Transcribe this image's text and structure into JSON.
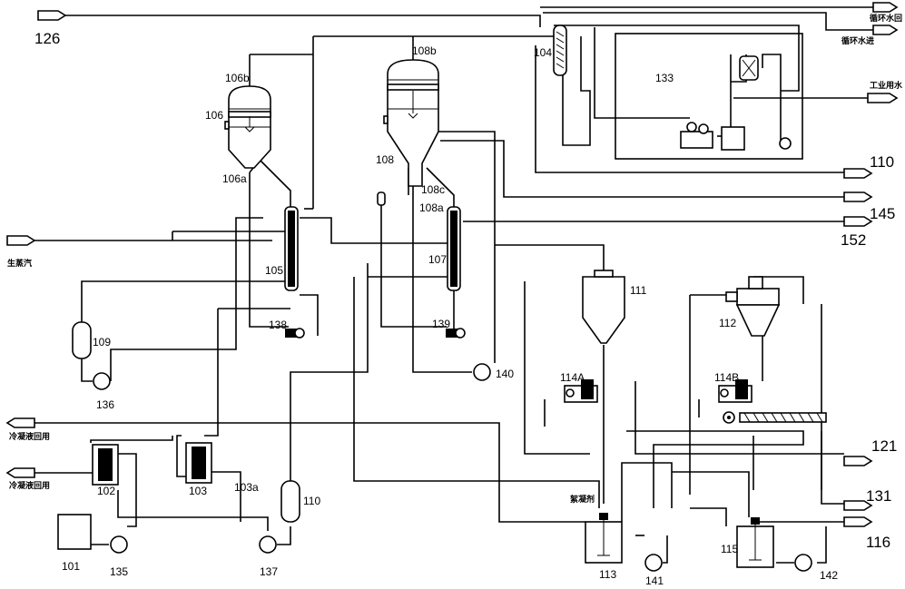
{
  "labels": {
    "e101": "101",
    "e102": "102",
    "e103": "103",
    "e103a": "103a",
    "e104": "104",
    "e105": "105",
    "e106": "106",
    "e106a": "106a",
    "e106b": "106b",
    "e107": "107",
    "e108": "108",
    "e108a": "108a",
    "e108b": "108b",
    "e108c": "108c",
    "e109": "109",
    "e110": "110",
    "e111": "111",
    "e112": "112",
    "e113": "113",
    "e114A": "114A",
    "e114B": "114B",
    "e115": "115",
    "e133": "133",
    "e135": "135",
    "e136": "136",
    "e137": "137",
    "e138": "138",
    "e139": "139",
    "e140": "140",
    "e141": "141",
    "e142": "142"
  },
  "streams": {
    "s126": "126",
    "s110": "110",
    "s145": "145",
    "s152": "152",
    "s121": "121",
    "s131": "131",
    "s116": "116"
  },
  "chinese": {
    "cw_return": "循环水回",
    "cw_supply": "循环水进",
    "process_water": "工业用水",
    "live_steam": "生蒸汽",
    "cond_return_1": "冷凝液回用",
    "cond_return_2": "冷凝液回用",
    "flocculant": "絮凝剂"
  }
}
